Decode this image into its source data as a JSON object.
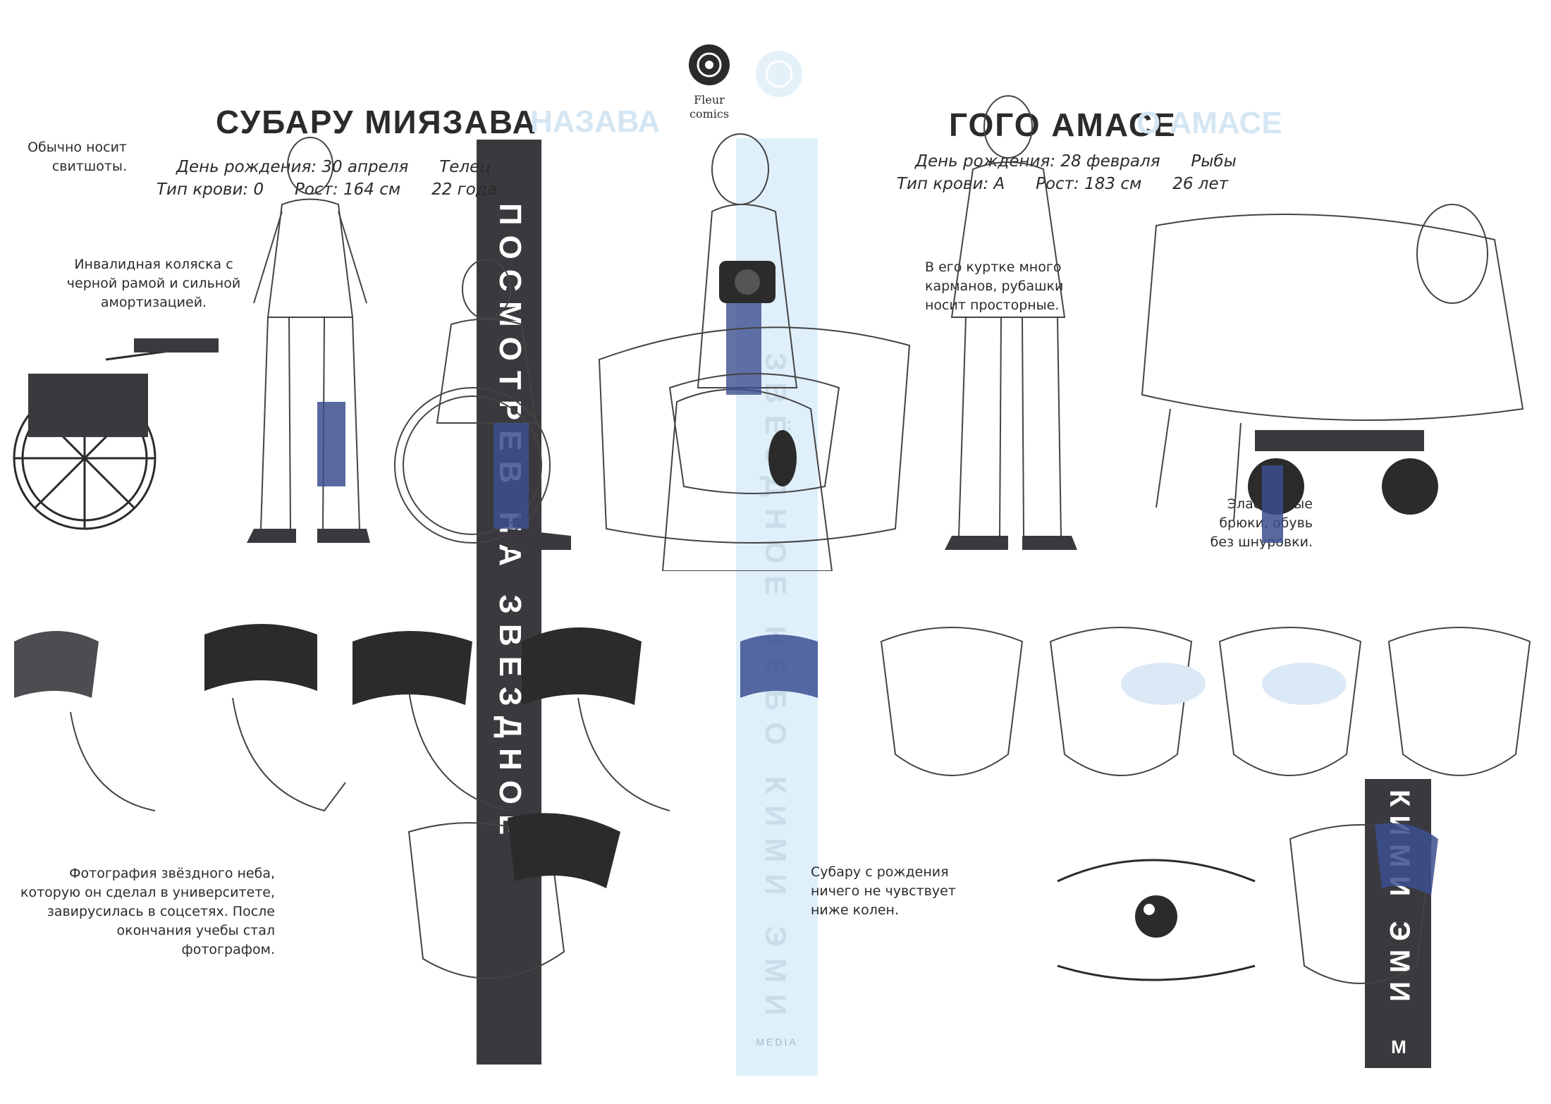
{
  "left_page": {
    "title": "СУБАРУ МИЯЗАВА",
    "info_line1": "День рождения: 30 апреля      Телец",
    "info_line2": "Тип крови: 0      Рост: 164 см      22 года",
    "note_top_lines": [
      "Обычно носит",
      "свитшоты."
    ],
    "note_wheelchair_lines": [
      "Инвалидная коляска с",
      "черной рамой и сильной",
      "амортизацией."
    ],
    "note_photo_lines": [
      "Фотография звёздного неба,",
      "которую он сделал в университете,",
      "завирусилась в соцсетях. После",
      "окончания учебы стал",
      "фотографом."
    ],
    "vertical_title": "ПОСМОТРЕВ НА ЗВЁЗДНОЕ НЕБО"
  },
  "right_page": {
    "title": "ГОГО АМАСЕ",
    "ghost_title": "О АМАСЕ",
    "info_line1": "День рождения: 28 февраля      Рыбы",
    "info_line2": "Тип крови: А      Рост: 183 см      26 лет",
    "note_jacket_lines": [
      "В его куртке много",
      "карманов, рубашки",
      "носит просторные."
    ],
    "note_stroller_lines": [
      "Эластичные",
      "брюки, обувь",
      "без шнуровки."
    ],
    "note_birth_lines": [
      "Субару с рождения",
      "ничего не чувствует",
      "ниже колен."
    ],
    "vertical_title": "КИМИ ЭМИ"
  },
  "spine": {
    "publisher_line1": "Fleur",
    "publisher_line2": "comics",
    "vertical_text": "ЗВЁЗДНОЕ НЕБО  КИМИ ЭМИ",
    "ghost_title": "НАЗАВА",
    "bottom_mark": "MEDIA"
  },
  "colors": {
    "dark_band": "#3a3a3e",
    "spine_blue": "#dff0fa",
    "ink": "#2b2b2b",
    "accent_blue": "#3c4f8f"
  }
}
